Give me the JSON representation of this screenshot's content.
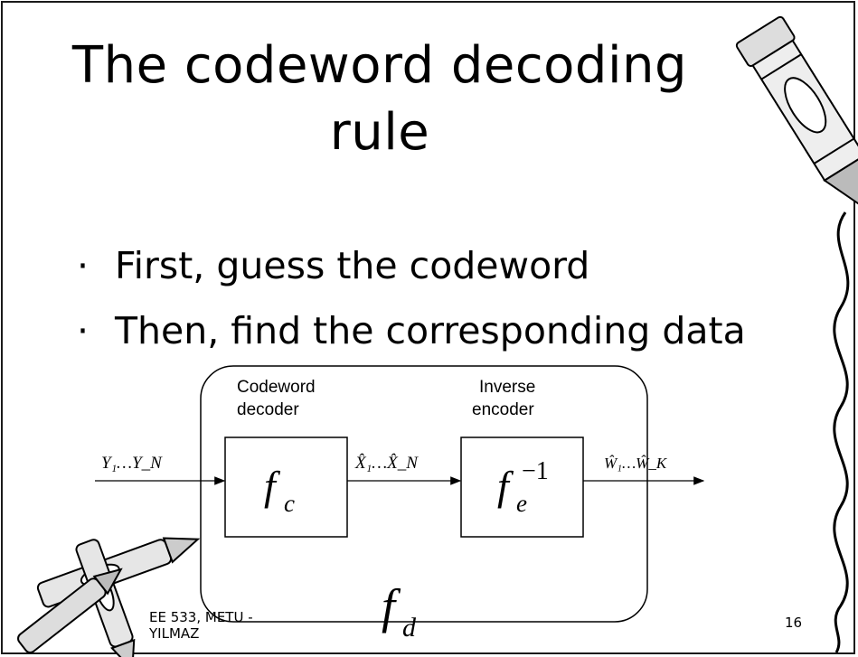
{
  "slide": {
    "title": "The codeword decoding rule",
    "bullets": [
      "First, guess the codeword",
      "Then, find the corresponding data"
    ],
    "footer_line1": "EE 533, METU -",
    "footer_line2": "YILMAZ",
    "page_number": "16"
  },
  "diagram": {
    "decoder_label_line1": "Codeword",
    "decoder_label_line2": "decoder",
    "encoder_label_line1": "Inverse",
    "encoder_label_line2": "encoder",
    "outer_label": "f",
    "outer_label_sub": "d",
    "box1_symbol": "f",
    "box1_sub": "c",
    "box2_symbol": "f",
    "box2_sub": "e",
    "box2_sup": "−1",
    "input_signal": "Y₁…Y_N",
    "middle_signal": "X̂₁…X̂_N",
    "output_signal": "Ŵ₁…Ŵ_K"
  },
  "decorations": {
    "crayon_top_right": "crayon-icon",
    "crayons_bottom_left": "crayons-icon",
    "squiggle_right": "squiggle-line"
  }
}
